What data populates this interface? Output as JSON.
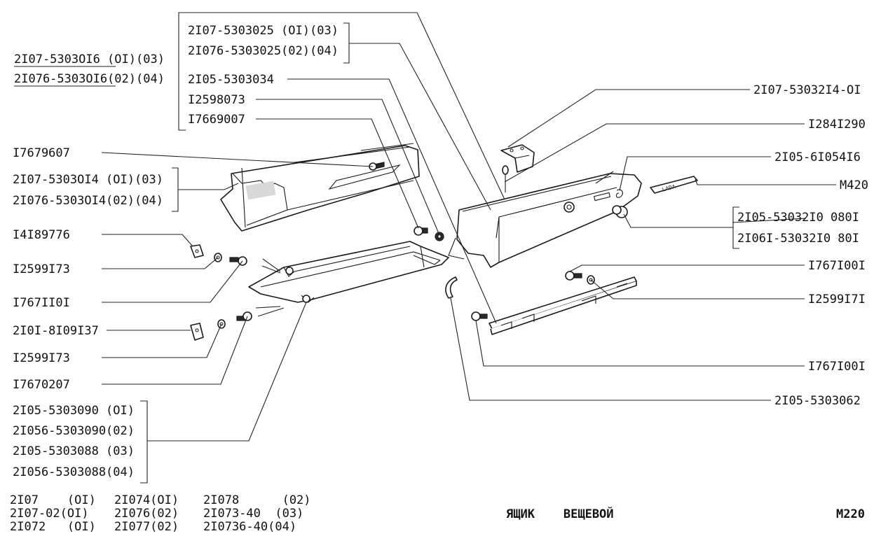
{
  "labels": {
    "l_2107_5303016": "2I07-5303OI6 (OI)(03)",
    "l_21076_5303016": "2I076-5303OI6(02)(04)",
    "l_2107_5303025": "2I07-5303025 (OI)(03)",
    "l_21076_5303025": "2I076-5303025(02)(04)",
    "l_2105_5303034": "2I05-5303034",
    "l_12598073": "I2598073",
    "l_17669007": "I7669007",
    "l_17679607": "I7679607",
    "l_2107_5303014": "2I07-5303OI4 (OI)(03)",
    "l_21076_5303014": "2I076-5303OI4(02)(04)",
    "l_14189776": "I4I89776",
    "l_12599173_a": "I2599I73",
    "l_17671101": "I767II0I",
    "l_2101_8109137": "2I0I-8I09I37",
    "l_12599173_b": "I2599I73",
    "l_17670207": "I7670207",
    "l_2105_5303090": "2I05-5303090 (OI)",
    "l_21056_5303090": "2I056-5303090(02)",
    "l_2105_5303088": "2I05-5303088 (03)",
    "l_21056_5303088": "2I056-5303088(04)",
    "l_2107_5303214": "2I07-53032I4-OI",
    "l_12841290": "I284I290",
    "l_2105_6105416": "2I05-6I054I6",
    "l_m420": "M420",
    "l_2105_5303210": "2I05-53032I0 080I",
    "l_21061_5303210": "2I06I-53032I0 80I",
    "l_17671001_a": "I767I00I",
    "l_12599171": "I2599I7I",
    "l_17671001_b": "I767I00I",
    "l_2105_5303062": "2I05-5303062"
  },
  "models": {
    "col1": [
      "2I07    (OI)",
      "2I07-02(OI)",
      "2I072   (OI)"
    ],
    "col2": [
      "2I074(OI)",
      "2I076(02)",
      "2I077(02)"
    ],
    "col3": [
      "2I078      (02)",
      "2I073-40  (03)",
      "2I0736-40(04)"
    ]
  },
  "title": "ЯЩИК    ВЕЩЕВОЙ",
  "page_code": "M220",
  "emblem_text": "LADA"
}
